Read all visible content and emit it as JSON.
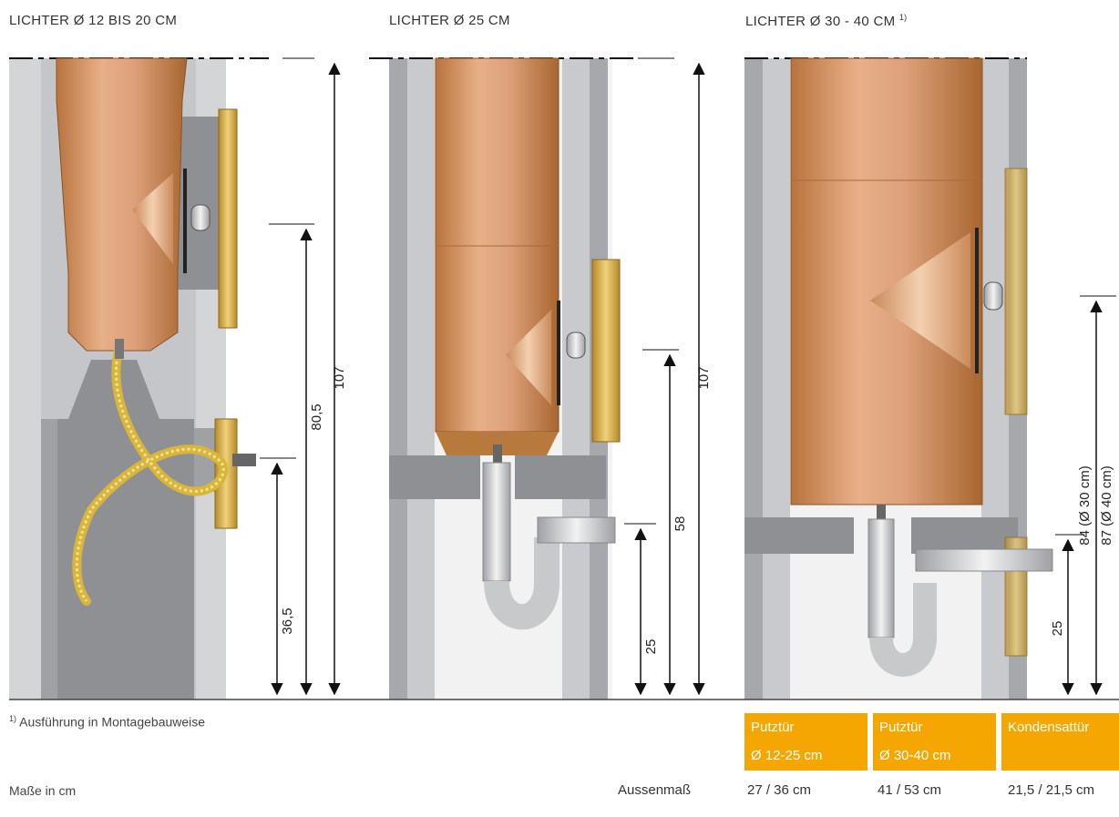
{
  "headings": {
    "h1": "LICHTER Ø 12 BIS 20 CM",
    "h2": "LICHTER Ø 25 CM",
    "h3": "LICHTER Ø 30 - 40 CM",
    "h3_sup": "1)"
  },
  "dimensions": {
    "d1_total": "107",
    "d1_door": "80,5",
    "d1_drain": "36,5",
    "d2_total": "107",
    "d2_door": "58",
    "d2_drain": "25",
    "d3_door_a": "84 (Ø 30 cm)",
    "d3_door_b": "87 (Ø 40 cm)",
    "d3_drain": "25"
  },
  "footnote": {
    "sup": "1)",
    "text": "Ausführung in Montagebauweise"
  },
  "units_note": "Maße in cm",
  "table": {
    "row_label": "Aussenmaß",
    "columns": [
      {
        "line1": "Putztür",
        "line2": "Ø 12-25 cm",
        "value": "27 / 36 cm"
      },
      {
        "line1": "Putztür",
        "line2": "Ø 30-40 cm",
        "value": "41 / 53 cm"
      },
      {
        "line1": "Kondensattür",
        "line2": "",
        "value": "21,5 / 21,5 cm"
      }
    ]
  },
  "colors": {
    "accent": "#f5a600",
    "pipe": "#d9996a",
    "wall_gray": "#8f9094",
    "brass": "#d9b54a"
  }
}
